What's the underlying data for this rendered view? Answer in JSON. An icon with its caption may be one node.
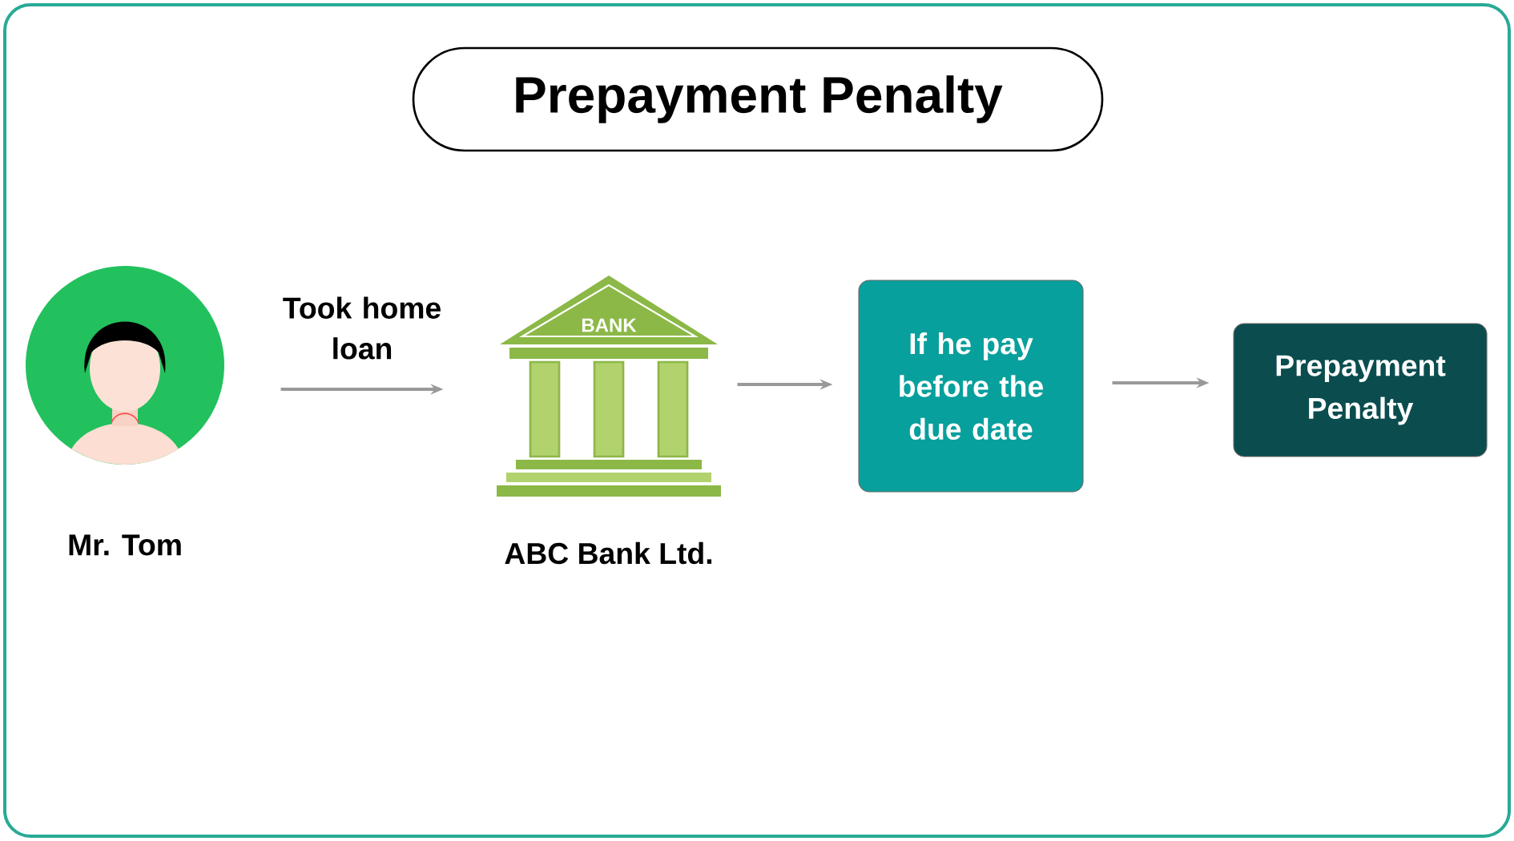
{
  "diagram": {
    "title": "Prepayment Penalty",
    "nodes": [
      {
        "text": [],
        "shape": "person",
        "beside": [
          "Mr. Tom"
        ]
      },
      {
        "text": [
          "BANK"
        ],
        "beside": [
          "ABC Bank Ltd."
        ]
      },
      {
        "text": [
          "If he pay before the due date"
        ]
      },
      {
        "text": [
          "Prepayment Penalty"
        ]
      }
    ],
    "edges": [
      {
        "from": 0,
        "to": 1,
        "arrow": "to",
        "label": "Took home loan"
      },
      {
        "from": 1,
        "to": 2,
        "arrow": "to"
      },
      {
        "from": 2,
        "to": 3,
        "arrow": "to"
      }
    ]
  }
}
